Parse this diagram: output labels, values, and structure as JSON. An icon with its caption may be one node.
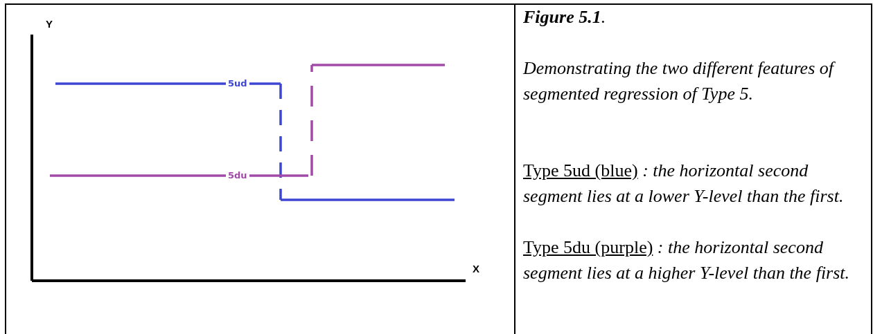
{
  "diagram": {
    "title": "**Figure 5.1**.",
    "labels": [
      "Y",
      "X",
      "5ud",
      "5du",
      "Demonstrating the two different features of segmented regression of Type 5.",
      "Type 5ud (blue)",
      ":  the horizontal second segment lies at a lower Y-level than the first.",
      "Type 5du (purple)",
      ":  the horizontal second segment lies at a higher Y-level than the first."
    ]
  }
}
